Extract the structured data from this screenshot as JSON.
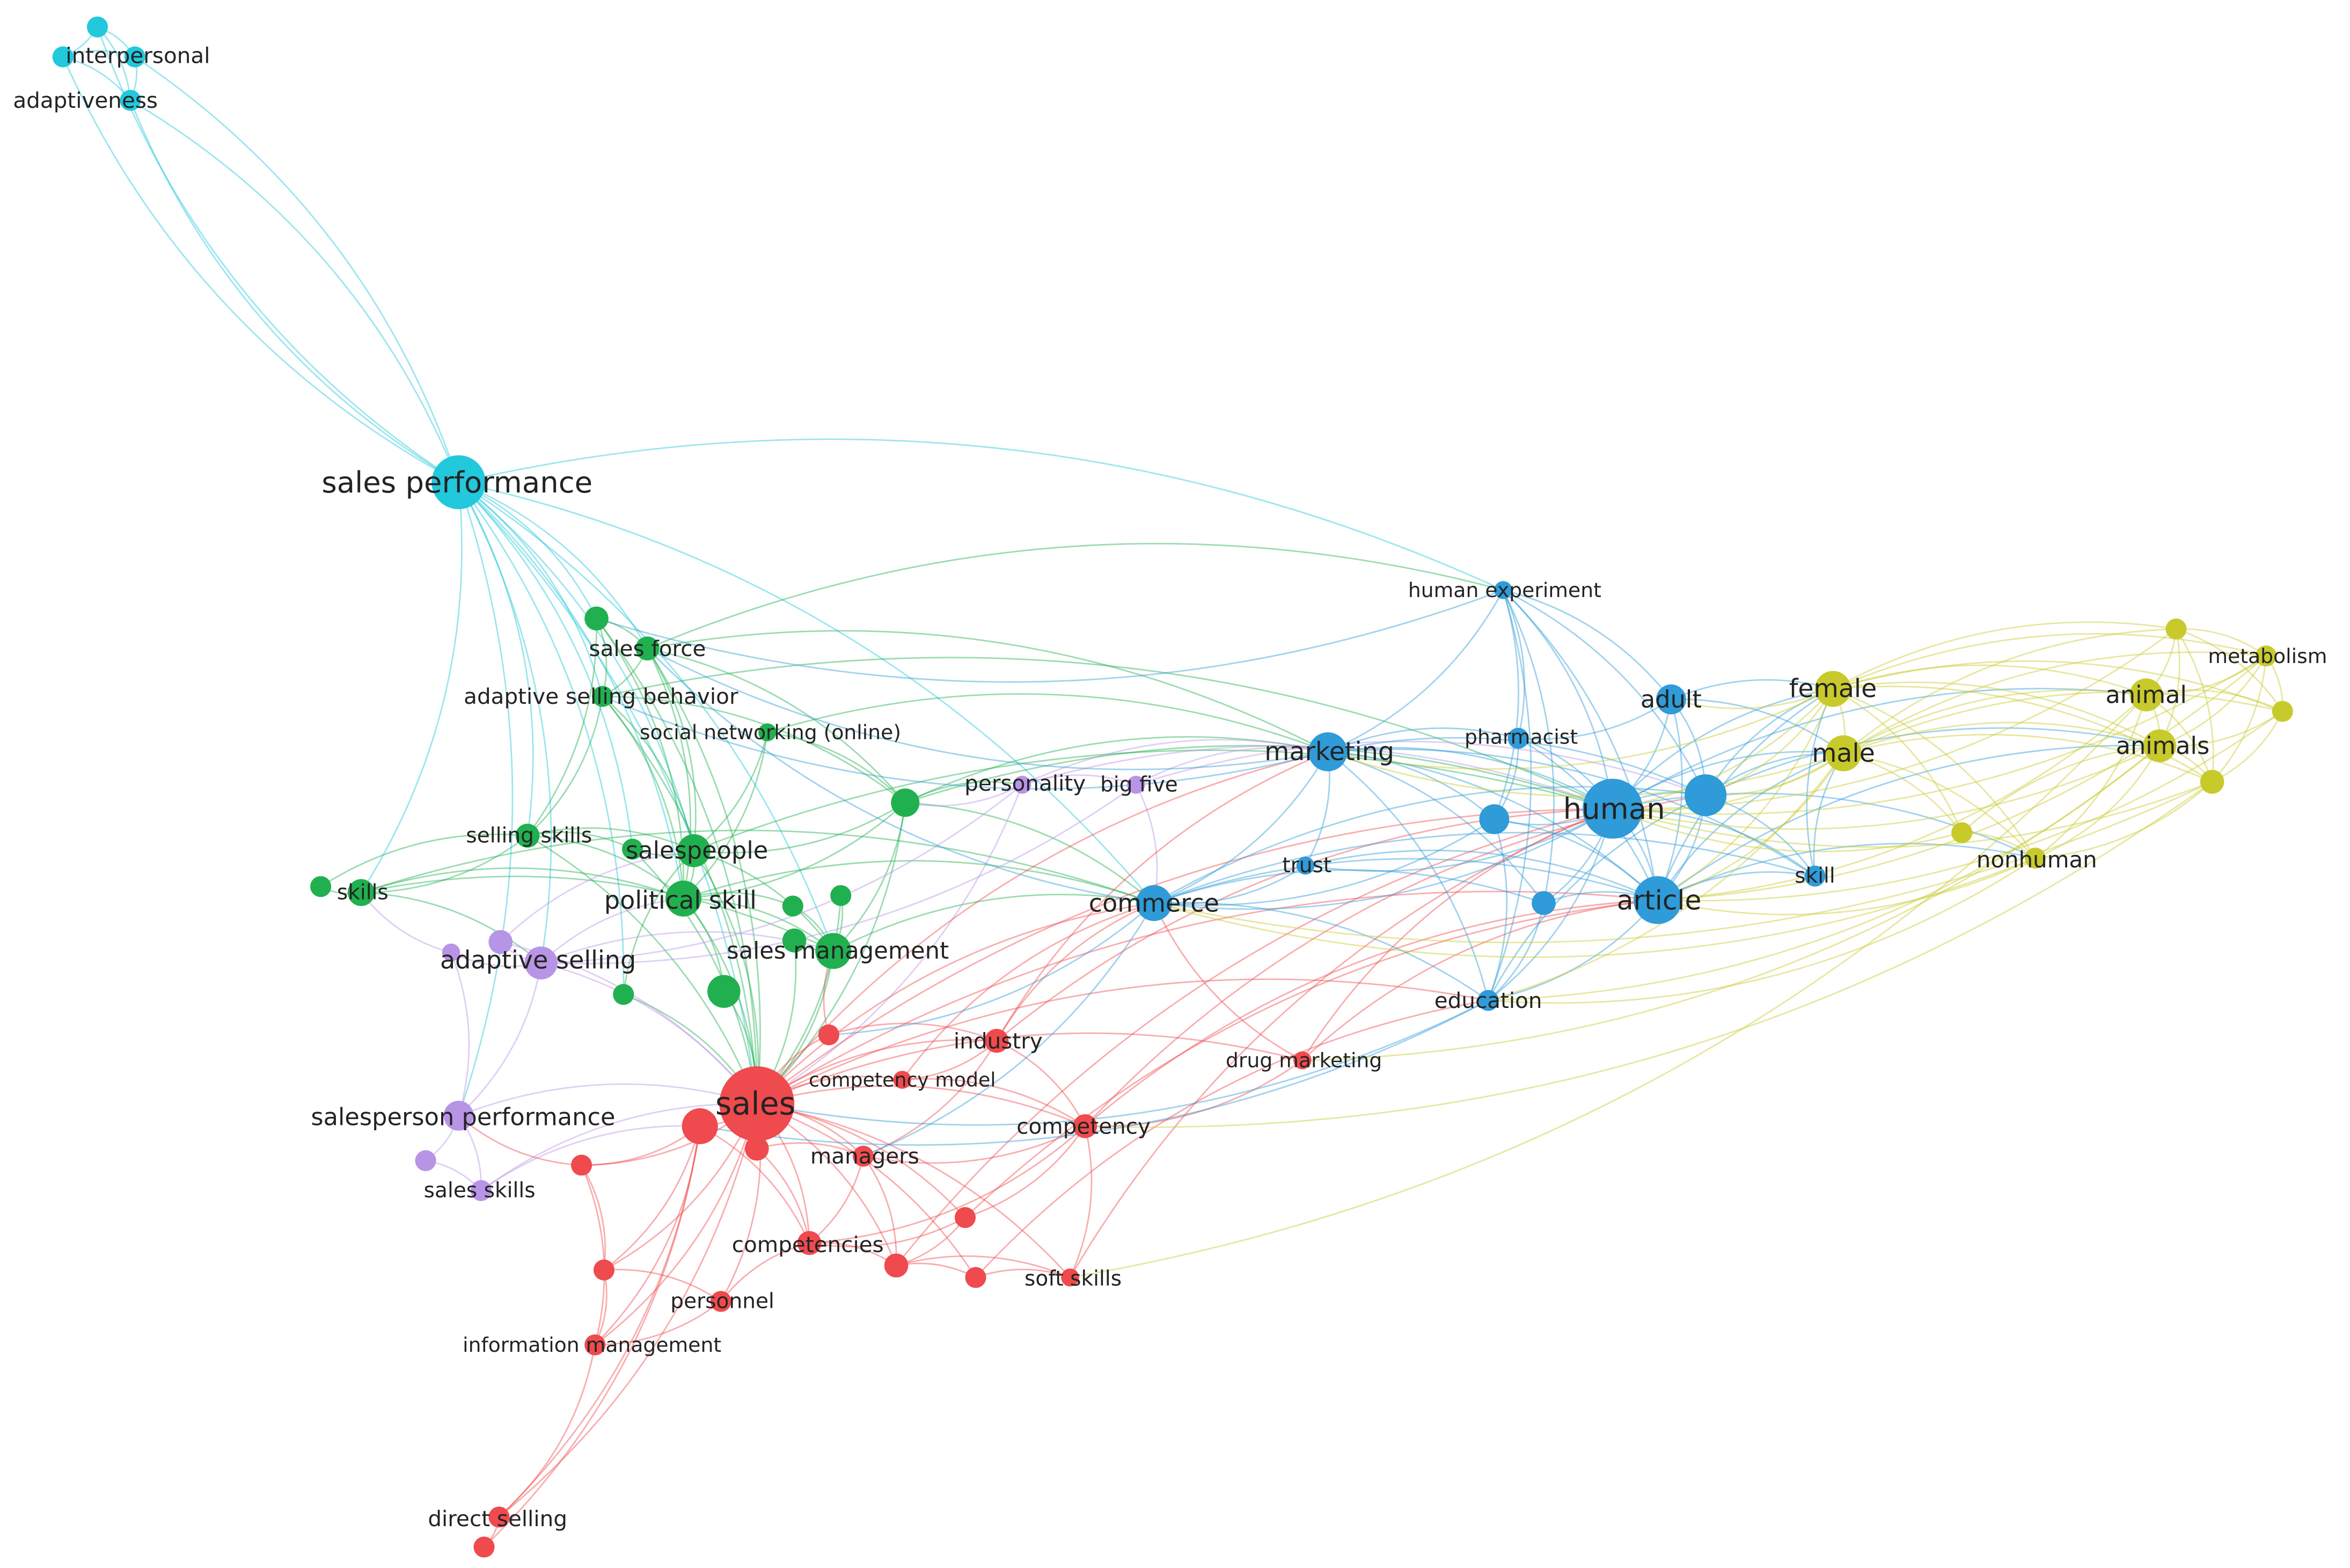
{
  "network": {
    "cluster_colors": [
      "#22c8dc",
      "#21b04f",
      "#b894e6",
      "#ef4a4e",
      "#2f9bd8",
      "#c8ca2c"
    ],
    "nodes": [
      {
        "cluster": 0
      },
      {
        "cluster": 0
      },
      {
        "label": "interpersonal",
        "cluster": 0
      },
      {
        "label": "adaptiveness",
        "cluster": 0
      },
      {
        "label": "sales performance",
        "cluster": 0
      },
      {
        "cluster": 1
      },
      {
        "label": "sales force",
        "cluster": 1
      },
      {
        "label": "adaptive selling behavior",
        "cluster": 1
      },
      {
        "label": "social networking (online)",
        "cluster": 1
      },
      {
        "cluster": 1
      },
      {
        "label": "selling skills",
        "cluster": 1
      },
      {
        "label": "salespeople",
        "cluster": 1
      },
      {
        "cluster": 1
      },
      {
        "label": "skills",
        "cluster": 1
      },
      {
        "cluster": 1
      },
      {
        "label": "political skill",
        "cluster": 1
      },
      {
        "cluster": 1
      },
      {
        "cluster": 1
      },
      {
        "label": "sales management",
        "cluster": 1
      },
      {
        "cluster": 1
      },
      {
        "cluster": 1
      },
      {
        "cluster": 1
      },
      {
        "label": "personality",
        "cluster": 2
      },
      {
        "label": "big five",
        "cluster": 2
      },
      {
        "label": "adaptive selling",
        "cluster": 2
      },
      {
        "cluster": 2
      },
      {
        "cluster": 2
      },
      {
        "label": "salesperson performance",
        "cluster": 2
      },
      {
        "cluster": 2
      },
      {
        "label": "sales skills",
        "cluster": 2
      },
      {
        "label": "sales",
        "cluster": 3
      },
      {
        "cluster": 3
      },
      {
        "cluster": 3
      },
      {
        "cluster": 3
      },
      {
        "label": "industry",
        "cluster": 3
      },
      {
        "label": "competency model",
        "cluster": 3
      },
      {
        "label": "competency",
        "cluster": 3
      },
      {
        "label": "managers",
        "cluster": 3
      },
      {
        "label": "drug marketing",
        "cluster": 3
      },
      {
        "cluster": 3
      },
      {
        "cluster": 3
      },
      {
        "label": "competencies",
        "cluster": 3
      },
      {
        "cluster": 3
      },
      {
        "cluster": 3
      },
      {
        "label": "soft skills",
        "cluster": 3
      },
      {
        "cluster": 3
      },
      {
        "label": "personnel",
        "cluster": 3
      },
      {
        "label": "information management",
        "cluster": 3
      },
      {
        "label": "direct selling",
        "cluster": 3
      },
      {
        "cluster": 3
      },
      {
        "label": "human experiment",
        "cluster": 4
      },
      {
        "label": "adult",
        "cluster": 4
      },
      {
        "label": "marketing",
        "cluster": 4
      },
      {
        "label": "pharmacist",
        "cluster": 4
      },
      {
        "label": "human",
        "cluster": 4
      },
      {
        "cluster": 4
      },
      {
        "cluster": 4
      },
      {
        "label": "trust",
        "cluster": 4
      },
      {
        "label": "commerce",
        "cluster": 4
      },
      {
        "cluster": 4
      },
      {
        "label": "article",
        "cluster": 4
      },
      {
        "label": "skill",
        "cluster": 4
      },
      {
        "label": "education",
        "cluster": 4
      },
      {
        "label": "female",
        "cluster": 5
      },
      {
        "label": "male",
        "cluster": 5
      },
      {
        "cluster": 5
      },
      {
        "label": "metabolism",
        "cluster": 5
      },
      {
        "label": "animal",
        "cluster": 5
      },
      {
        "cluster": 5
      },
      {
        "label": "animals",
        "cluster": 5
      },
      {
        "cluster": 5
      },
      {
        "cluster": 5
      },
      {
        "label": "nonhuman",
        "cluster": 5
      }
    ],
    "links": [
      [
        0,
        1
      ],
      [
        0,
        2
      ],
      [
        1,
        3
      ],
      [
        2,
        3
      ],
      [
        0,
        3
      ],
      [
        1,
        2
      ],
      [
        4,
        0
      ],
      [
        4,
        1
      ],
      [
        4,
        3
      ],
      [
        2,
        4
      ],
      [
        3,
        4
      ],
      [
        4,
        5
      ],
      [
        4,
        6
      ],
      [
        4,
        7
      ],
      [
        4,
        10
      ],
      [
        4,
        11
      ],
      [
        4,
        13
      ],
      [
        4,
        15
      ],
      [
        4,
        18
      ],
      [
        4,
        24
      ],
      [
        4,
        27
      ],
      [
        4,
        30
      ],
      [
        4,
        21
      ],
      [
        4,
        50
      ],
      [
        4,
        58
      ],
      [
        4,
        12
      ],
      [
        5,
        6
      ],
      [
        5,
        7
      ],
      [
        6,
        7
      ],
      [
        5,
        10
      ],
      [
        6,
        11
      ],
      [
        6,
        15
      ],
      [
        7,
        10
      ],
      [
        7,
        11
      ],
      [
        7,
        15
      ],
      [
        7,
        9
      ],
      [
        6,
        9
      ],
      [
        8,
        9
      ],
      [
        8,
        11
      ],
      [
        8,
        15
      ],
      [
        9,
        11
      ],
      [
        9,
        15
      ],
      [
        9,
        18
      ],
      [
        9,
        22
      ],
      [
        9,
        58
      ],
      [
        9,
        52
      ],
      [
        9,
        54
      ],
      [
        9,
        30
      ],
      [
        10,
        11
      ],
      [
        10,
        15
      ],
      [
        10,
        13
      ],
      [
        10,
        12
      ],
      [
        11,
        12
      ],
      [
        11,
        15
      ],
      [
        11,
        18
      ],
      [
        11,
        30
      ],
      [
        13,
        14
      ],
      [
        13,
        15
      ],
      [
        13,
        18
      ],
      [
        13,
        24
      ],
      [
        14,
        10
      ],
      [
        15,
        16
      ],
      [
        15,
        18
      ],
      [
        15,
        30
      ],
      [
        15,
        20
      ],
      [
        16,
        18
      ],
      [
        17,
        18
      ],
      [
        17,
        30
      ],
      [
        18,
        19
      ],
      [
        18,
        30
      ],
      [
        18,
        58
      ],
      [
        19,
        30
      ],
      [
        20,
        30
      ],
      [
        21,
        30
      ],
      [
        21,
        11
      ],
      [
        12,
        30
      ],
      [
        6,
        30
      ],
      [
        7,
        30
      ],
      [
        10,
        30
      ],
      [
        6,
        52
      ],
      [
        8,
        52
      ],
      [
        7,
        54
      ],
      [
        5,
        30
      ],
      [
        5,
        15
      ],
      [
        13,
        58
      ],
      [
        15,
        58
      ],
      [
        11,
        54
      ],
      [
        6,
        50
      ],
      [
        22,
        23
      ],
      [
        22,
        24
      ],
      [
        23,
        24
      ],
      [
        22,
        30
      ],
      [
        22,
        52
      ],
      [
        23,
        52
      ],
      [
        22,
        54
      ],
      [
        23,
        55
      ],
      [
        24,
        25
      ],
      [
        24,
        26
      ],
      [
        24,
        27
      ],
      [
        24,
        30
      ],
      [
        25,
        30
      ],
      [
        26,
        27
      ],
      [
        27,
        28
      ],
      [
        27,
        29
      ],
      [
        28,
        29
      ],
      [
        27,
        30
      ],
      [
        29,
        30
      ],
      [
        29,
        31
      ],
      [
        25,
        11
      ],
      [
        24,
        15
      ],
      [
        24,
        18
      ],
      [
        22,
        9
      ],
      [
        23,
        58
      ],
      [
        26,
        13
      ],
      [
        30,
        31
      ],
      [
        30,
        32
      ],
      [
        30,
        33
      ],
      [
        30,
        34
      ],
      [
        30,
        35
      ],
      [
        30,
        36
      ],
      [
        30,
        37
      ],
      [
        30,
        38
      ],
      [
        30,
        39
      ],
      [
        30,
        40
      ],
      [
        30,
        41
      ],
      [
        30,
        42
      ],
      [
        30,
        43
      ],
      [
        30,
        44
      ],
      [
        30,
        45
      ],
      [
        30,
        46
      ],
      [
        30,
        47
      ],
      [
        30,
        48
      ],
      [
        30,
        58
      ],
      [
        30,
        52
      ],
      [
        30,
        54
      ],
      [
        30,
        60
      ],
      [
        30,
        62
      ],
      [
        31,
        39
      ],
      [
        31,
        45
      ],
      [
        31,
        47
      ],
      [
        31,
        48
      ],
      [
        31,
        41
      ],
      [
        31,
        49
      ],
      [
        32,
        37
      ],
      [
        32,
        41
      ],
      [
        33,
        34
      ],
      [
        34,
        35
      ],
      [
        34,
        36
      ],
      [
        34,
        37
      ],
      [
        34,
        58
      ],
      [
        34,
        54
      ],
      [
        34,
        52
      ],
      [
        35,
        36
      ],
      [
        36,
        37
      ],
      [
        36,
        41
      ],
      [
        36,
        44
      ],
      [
        36,
        60
      ],
      [
        36,
        55
      ],
      [
        36,
        40
      ],
      [
        37,
        41
      ],
      [
        37,
        42
      ],
      [
        38,
        54
      ],
      [
        38,
        60
      ],
      [
        38,
        58
      ],
      [
        38,
        36
      ],
      [
        39,
        47
      ],
      [
        39,
        45
      ],
      [
        40,
        41
      ],
      [
        40,
        42
      ],
      [
        40,
        60
      ],
      [
        41,
        42
      ],
      [
        42,
        43
      ],
      [
        42,
        44
      ],
      [
        43,
        44
      ],
      [
        43,
        62
      ],
      [
        42,
        54
      ],
      [
        44,
        54
      ],
      [
        45,
        46
      ],
      [
        45,
        47
      ],
      [
        46,
        47
      ],
      [
        46,
        41
      ],
      [
        47,
        48
      ],
      [
        48,
        49
      ],
      [
        39,
        27
      ],
      [
        33,
        18
      ],
      [
        35,
        58
      ],
      [
        50,
        51
      ],
      [
        50,
        52
      ],
      [
        50,
        53
      ],
      [
        50,
        54
      ],
      [
        50,
        55
      ],
      [
        50,
        56
      ],
      [
        50,
        59
      ],
      [
        50,
        62
      ],
      [
        50,
        60
      ],
      [
        51,
        53
      ],
      [
        51,
        54
      ],
      [
        51,
        55
      ],
      [
        51,
        60
      ],
      [
        51,
        63
      ],
      [
        51,
        64
      ],
      [
        52,
        53
      ],
      [
        52,
        54
      ],
      [
        52,
        55
      ],
      [
        52,
        56
      ],
      [
        52,
        57
      ],
      [
        52,
        58
      ],
      [
        52,
        59
      ],
      [
        52,
        60
      ],
      [
        52,
        61
      ],
      [
        52,
        62
      ],
      [
        53,
        54
      ],
      [
        53,
        56
      ],
      [
        53,
        60
      ],
      [
        54,
        55
      ],
      [
        54,
        56
      ],
      [
        54,
        57
      ],
      [
        54,
        58
      ],
      [
        54,
        59
      ],
      [
        54,
        60
      ],
      [
        54,
        61
      ],
      [
        54,
        62
      ],
      [
        54,
        63
      ],
      [
        54,
        64
      ],
      [
        54,
        67
      ],
      [
        54,
        72
      ],
      [
        55,
        60
      ],
      [
        55,
        61
      ],
      [
        55,
        63
      ],
      [
        55,
        64
      ],
      [
        55,
        69
      ],
      [
        56,
        58
      ],
      [
        56,
        60
      ],
      [
        56,
        62
      ],
      [
        57,
        58
      ],
      [
        57,
        60
      ],
      [
        58,
        59
      ],
      [
        58,
        60
      ],
      [
        58,
        61
      ],
      [
        58,
        62
      ],
      [
        58,
        55
      ],
      [
        59,
        60
      ],
      [
        59,
        62
      ],
      [
        60,
        61
      ],
      [
        60,
        62
      ],
      [
        60,
        63
      ],
      [
        60,
        64
      ],
      [
        60,
        69
      ],
      [
        60,
        72
      ],
      [
        61,
        64
      ],
      [
        61,
        63
      ],
      [
        62,
        55
      ],
      [
        58,
        6
      ],
      [
        52,
        6
      ],
      [
        52,
        7
      ],
      [
        50,
        5
      ],
      [
        58,
        33
      ],
      [
        62,
        30
      ],
      [
        62,
        31
      ],
      [
        58,
        37
      ],
      [
        63,
        64
      ],
      [
        63,
        65
      ],
      [
        63,
        66
      ],
      [
        63,
        67
      ],
      [
        63,
        68
      ],
      [
        63,
        69
      ],
      [
        63,
        70
      ],
      [
        63,
        71
      ],
      [
        63,
        72
      ],
      [
        64,
        65
      ],
      [
        64,
        66
      ],
      [
        64,
        67
      ],
      [
        64,
        68
      ],
      [
        64,
        69
      ],
      [
        64,
        70
      ],
      [
        64,
        71
      ],
      [
        64,
        72
      ],
      [
        65,
        66
      ],
      [
        65,
        67
      ],
      [
        65,
        68
      ],
      [
        65,
        69
      ],
      [
        65,
        70
      ],
      [
        66,
        67
      ],
      [
        66,
        68
      ],
      [
        66,
        69
      ],
      [
        66,
        70
      ],
      [
        67,
        68
      ],
      [
        67,
        69
      ],
      [
        67,
        70
      ],
      [
        67,
        72
      ],
      [
        68,
        69
      ],
      [
        68,
        70
      ],
      [
        69,
        70
      ],
      [
        69,
        72
      ],
      [
        70,
        72
      ],
      [
        71,
        72
      ],
      [
        71,
        69
      ],
      [
        63,
        54
      ],
      [
        64,
        54
      ],
      [
        63,
        55
      ],
      [
        64,
        55
      ],
      [
        63,
        60
      ],
      [
        64,
        60
      ],
      [
        67,
        60
      ],
      [
        69,
        54
      ],
      [
        72,
        60
      ],
      [
        65,
        54
      ],
      [
        66,
        60
      ],
      [
        70,
        54
      ],
      [
        63,
        51
      ],
      [
        71,
        54
      ],
      [
        72,
        62
      ],
      [
        69,
        62
      ],
      [
        70,
        36
      ],
      [
        69,
        38
      ],
      [
        67,
        44
      ],
      [
        64,
        62
      ],
      [
        72,
        58
      ],
      [
        70,
        58
      ],
      [
        63,
        52
      ],
      [
        64,
        52
      ],
      [
        68,
        60
      ],
      [
        66,
        54
      ]
    ]
  }
}
